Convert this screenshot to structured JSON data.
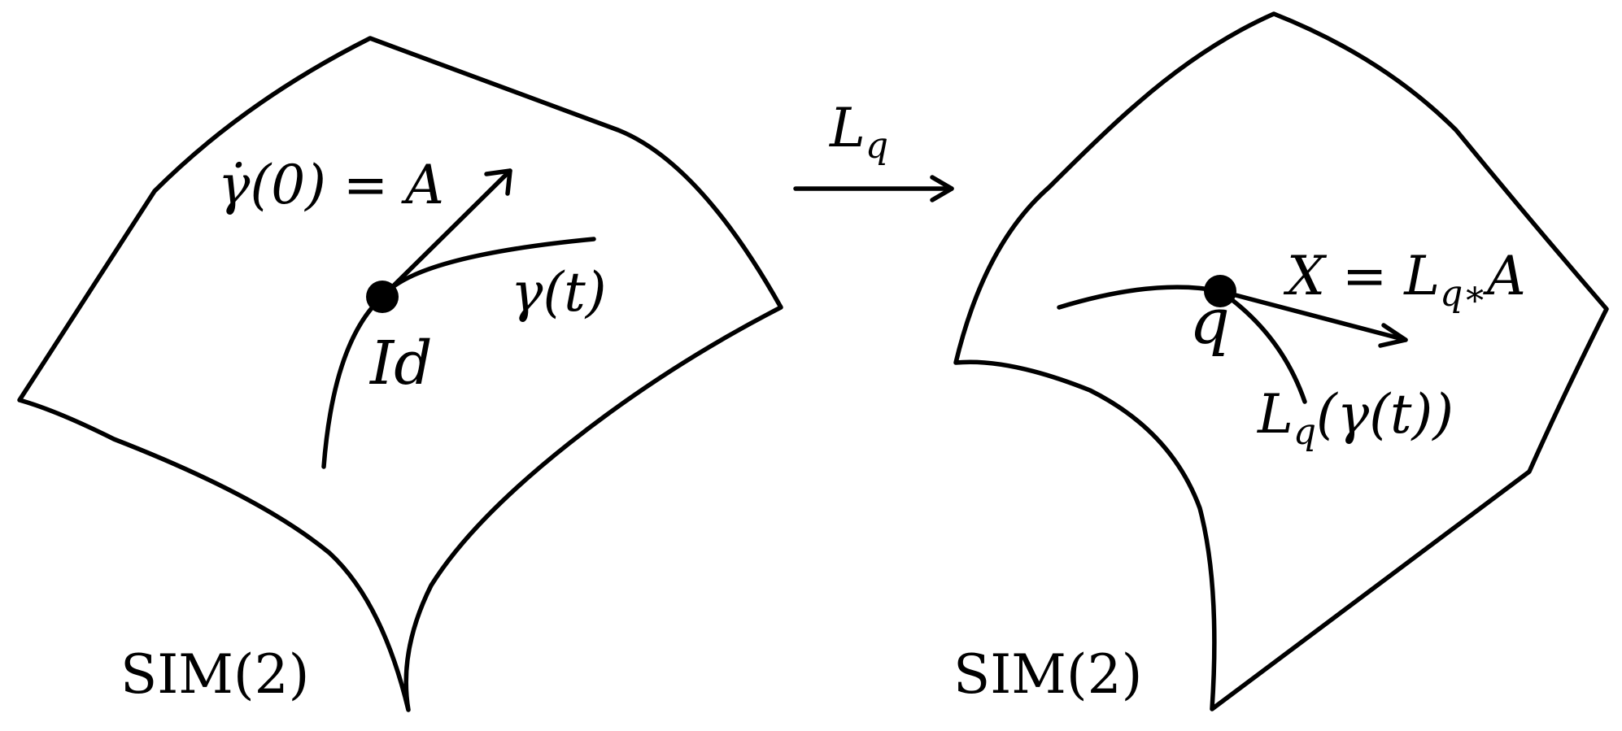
{
  "diagram": {
    "left_manifold": {
      "group_label": "SIM(2)",
      "point_label": "Id",
      "curve_label": "γ(t)",
      "tangent_label": "γ̇(0) = A"
    },
    "map_label": "L_q",
    "map_label_main": "L",
    "map_label_sub": "q",
    "right_manifold": {
      "group_label": "SIM(2)",
      "point_label": "q",
      "curve_label": "L_q(γ(t))",
      "curve_label_main": "L",
      "curve_label_sub": "q",
      "curve_label_rest": "(γ(t))",
      "vector_label": "X = L_q* A",
      "vector_label_main": "X = L",
      "vector_label_sub": "q∗",
      "vector_label_rest": "A"
    },
    "colors": {
      "ink": "#000000",
      "background": "#ffffff"
    }
  }
}
